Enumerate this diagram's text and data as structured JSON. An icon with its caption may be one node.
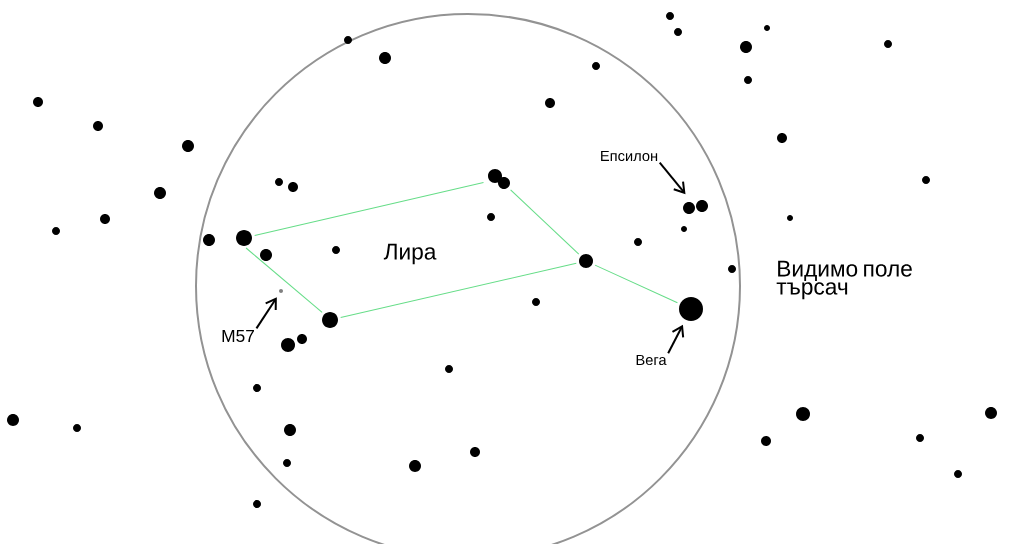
{
  "diagram": {
    "nodes": [
      {
        "text": [],
        "shape": "circle"
      },
      {
        "text": [],
        "shape": "circle"
      },
      {
        "text": [],
        "shape": "circle"
      },
      {
        "text": [],
        "shape": "circle"
      },
      {
        "text": [],
        "shape": "circle"
      },
      {
        "text": [],
        "shape": "circle"
      },
      {
        "text": [],
        "shape": "circle"
      },
      {
        "text": [
          "M57"
        ]
      },
      {
        "text": [
          "Епсилон"
        ]
      },
      {
        "text": [
          "Вега"
        ]
      },
      {
        "text": [],
        "shape": "circle"
      },
      {
        "text": [],
        "shape": "circle"
      },
      {
        "text": [],
        "shape": "circle"
      },
      {
        "text": [],
        "shape": "circle"
      },
      {
        "text": [],
        "shape": "circle"
      },
      {
        "text": [],
        "shape": "circle"
      },
      {
        "text": [],
        "shape": "circle"
      },
      {
        "text": [],
        "shape": "circle"
      },
      {
        "text": [],
        "shape": "circle"
      },
      {
        "text": [],
        "shape": "circle"
      },
      {
        "text": [],
        "shape": "circle"
      },
      {
        "text": [],
        "shape": "circle"
      },
      {
        "text": [],
        "shape": "circle"
      },
      {
        "text": [],
        "shape": "circle"
      },
      {
        "text": [],
        "shape": "circle"
      },
      {
        "text": [],
        "shape": "circle"
      },
      {
        "text": [],
        "shape": "circle"
      },
      {
        "text": [],
        "shape": "circle"
      },
      {
        "text": [],
        "shape": "circle"
      },
      {
        "text": [],
        "shape": "circle"
      },
      {
        "text": [],
        "shape": "circle"
      },
      {
        "text": [],
        "shape": "circle"
      },
      {
        "text": [],
        "shape": "circle"
      },
      {
        "text": [],
        "shape": "circle"
      },
      {
        "text": [],
        "shape": "circle"
      },
      {
        "text": [],
        "shape": "circle"
      },
      {
        "text": [],
        "shape": "circle"
      },
      {
        "text": [],
        "shape": "circle"
      },
      {
        "text": [],
        "shape": "circle"
      },
      {
        "text": [],
        "shape": "circle"
      },
      {
        "text": [],
        "shape": "circle"
      },
      {
        "text": [],
        "shape": "circle"
      },
      {
        "text": [],
        "shape": "circle"
      },
      {
        "text": [],
        "shape": "circle"
      },
      {
        "text": [],
        "shape": "circle"
      },
      {
        "text": [],
        "shape": "circle"
      },
      {
        "text": [],
        "shape": "circle"
      },
      {
        "text": [],
        "shape": "circle"
      },
      {
        "text": [],
        "shape": "circle"
      },
      {
        "text": [],
        "shape": "circle"
      },
      {
        "text": [],
        "shape": "circle"
      },
      {
        "text": [],
        "shape": "circle"
      },
      {
        "text": [],
        "shape": "circle"
      },
      {
        "text": [],
        "shape": "circle"
      },
      {
        "text": [],
        "shape": "circle"
      }
    ],
    "edges": [
      {
        "from": 0,
        "to": 1,
        "arrow": "none",
        "color": "#66dd88"
      },
      {
        "from": 1,
        "to": 2,
        "arrow": "none",
        "color": "#66dd88"
      },
      {
        "from": 2,
        "to": 4,
        "arrow": "none",
        "color": "#66dd88"
      },
      {
        "from": 2,
        "to": 3,
        "arrow": "none",
        "color": "#66dd88"
      },
      {
        "from": 3,
        "to": 0,
        "arrow": "none",
        "color": "#66dd88"
      },
      {
        "from": 7,
        "to": 5,
        "arrow": "to",
        "color": "#000000"
      },
      {
        "from": 8,
        "to": 6,
        "arrow": "to",
        "color": "#000000"
      },
      {
        "from": 9,
        "to": 4,
        "arrow": "to",
        "color": "#000000"
      }
    ],
    "labels": [
      "Лира",
      "Видимо поле търсач"
    ]
  }
}
